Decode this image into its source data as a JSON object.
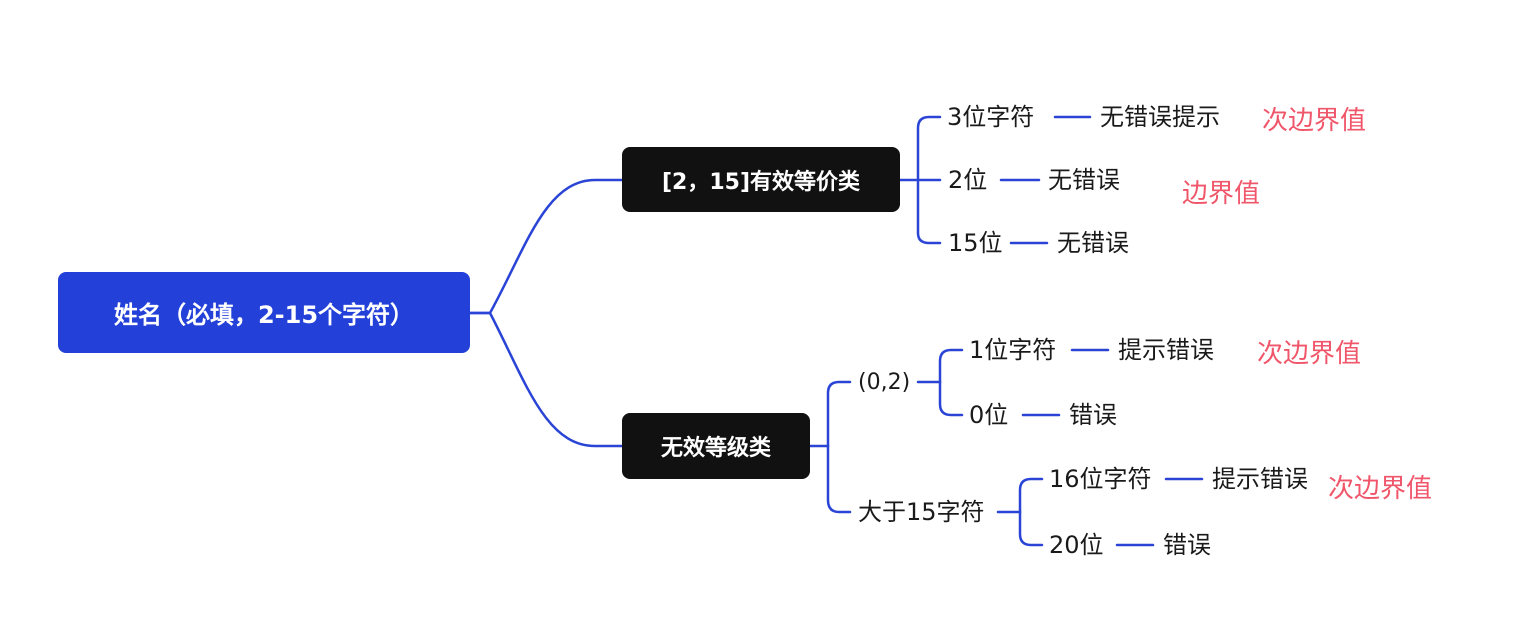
{
  "root": {
    "label": "姓名（必填，2-15个字符）"
  },
  "branches": [
    {
      "label": "[2，15]有效等价类",
      "items": [
        {
          "label": "3位字符",
          "result": "无错误提示",
          "note": "次边界值"
        },
        {
          "label": "2位",
          "result": "无错误",
          "note": "边界值"
        },
        {
          "label": "15位",
          "result": "无错误"
        }
      ]
    },
    {
      "label": "无效等级类",
      "groups": [
        {
          "label": "(0,2)",
          "items": [
            {
              "label": "1位字符",
              "result": "提示错误",
              "note": "次边界值"
            },
            {
              "label": "0位",
              "result": "错误"
            }
          ]
        },
        {
          "label": "大于15字符",
          "items": [
            {
              "label": "16位字符",
              "result": "提示错误",
              "note": "次边界值"
            },
            {
              "label": "20位",
              "result": "错误"
            }
          ]
        }
      ]
    }
  ],
  "colors": {
    "root": "#2340d8",
    "branch": "#111111",
    "connector": "#2a44d6",
    "note": "#f0566a",
    "text": "#1a1a1a"
  }
}
